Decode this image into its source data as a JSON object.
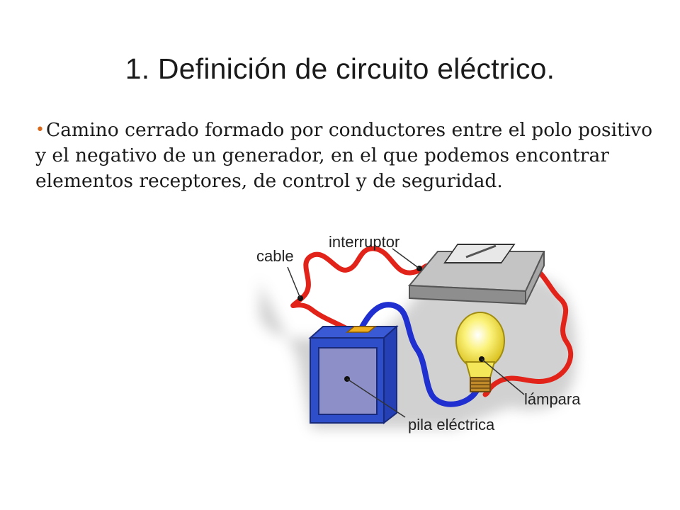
{
  "slide": {
    "title": "1. Definición de circuito eléctrico.",
    "body": "Camino cerrado formado por conductores entre el polo positivo y el negativo de un generador, en el que podemos encontrar elementos receptores, de control y de seguridad."
  },
  "diagram": {
    "labels": {
      "cable": "cable",
      "switch": "interruptor",
      "lamp": "lámpara",
      "battery": "pila eléctrica"
    },
    "colors": {
      "red_wire": "#e2231a",
      "blue_wire": "#1f2fd0",
      "battery": "#2d4ec8",
      "battery_face": "#8d8fc9",
      "switch": "#b8b8b8",
      "lamp": "#f6ee5a"
    }
  }
}
